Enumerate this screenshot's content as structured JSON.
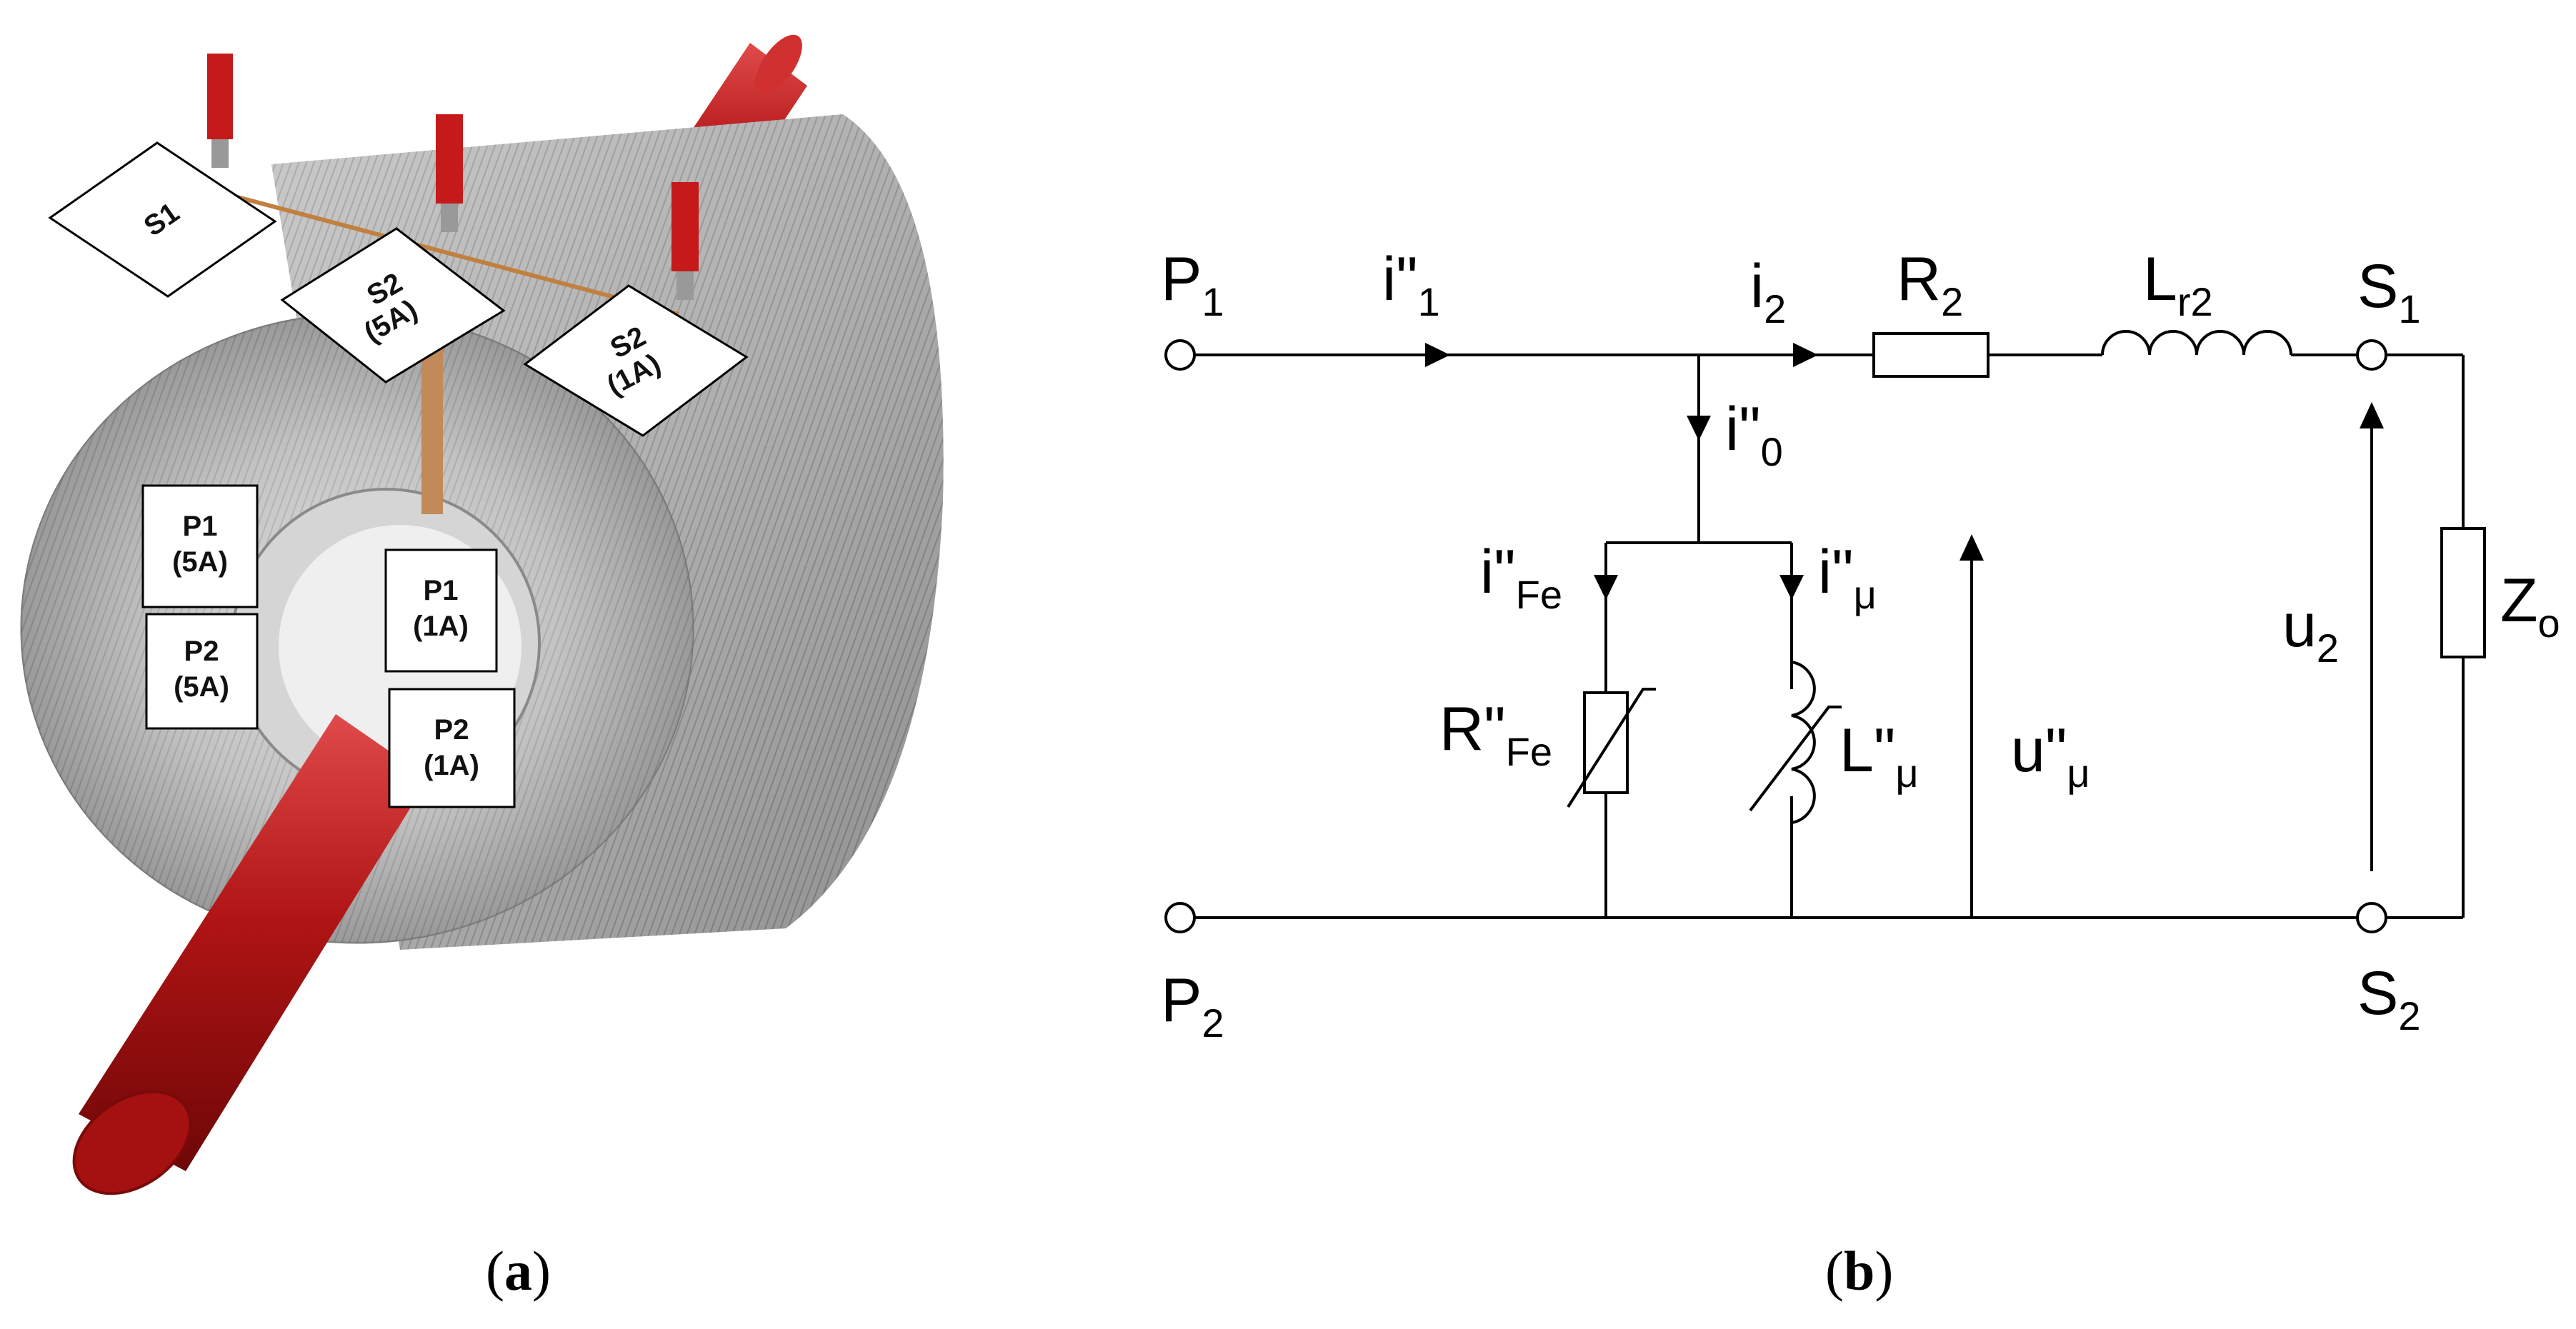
{
  "caption_a": {
    "open": "(",
    "letter": "a",
    "close": ")"
  },
  "caption_b": {
    "open": "(",
    "letter": "b",
    "close": ")"
  },
  "transformer_tags": {
    "s1": {
      "line1": "S1",
      "line2": ""
    },
    "s2_5a": {
      "line1": "S2",
      "line2": "(5A)"
    },
    "s2_1a": {
      "line1": "S2",
      "line2": "(1A)"
    },
    "p1_5a": {
      "line1": "P1",
      "line2": "(5A)"
    },
    "p2_5a": {
      "line1": "P2",
      "line2": "(5A)"
    },
    "p1_1a": {
      "line1": "P1",
      "line2": "(1A)"
    },
    "p2_1a": {
      "line1": "P2",
      "line2": "(1A)"
    }
  },
  "circuit": {
    "P1": {
      "main": "P",
      "sub": "1"
    },
    "P2": {
      "main": "P",
      "sub": "2"
    },
    "S1": {
      "main": "S",
      "sub": "1"
    },
    "S2": {
      "main": "S",
      "sub": "2"
    },
    "i1": {
      "main": "i\"",
      "sub": "1"
    },
    "i2": {
      "main": "i",
      "sub": "2"
    },
    "i0": {
      "main": "i\"",
      "sub": "0"
    },
    "iFe": {
      "main": "i\"",
      "sub": "Fe"
    },
    "imu": {
      "main": "i\"",
      "sub": "μ"
    },
    "R2": {
      "main": "R",
      "sub": "2"
    },
    "Lr2": {
      "main": "L",
      "sub": "r2"
    },
    "RFe": {
      "main": "R\"",
      "sub": "Fe"
    },
    "Lmu": {
      "main": "L\"",
      "sub": "μ"
    },
    "umu": {
      "main": "u\"",
      "sub": "μ"
    },
    "u2": {
      "main": "u",
      "sub": "2"
    },
    "Zo": {
      "main": "Z",
      "sub": "o"
    }
  },
  "colors": {
    "rod": "#b01414",
    "coil": "#9a9a9a",
    "terminal": "#c41a1a",
    "line": "#000000"
  }
}
